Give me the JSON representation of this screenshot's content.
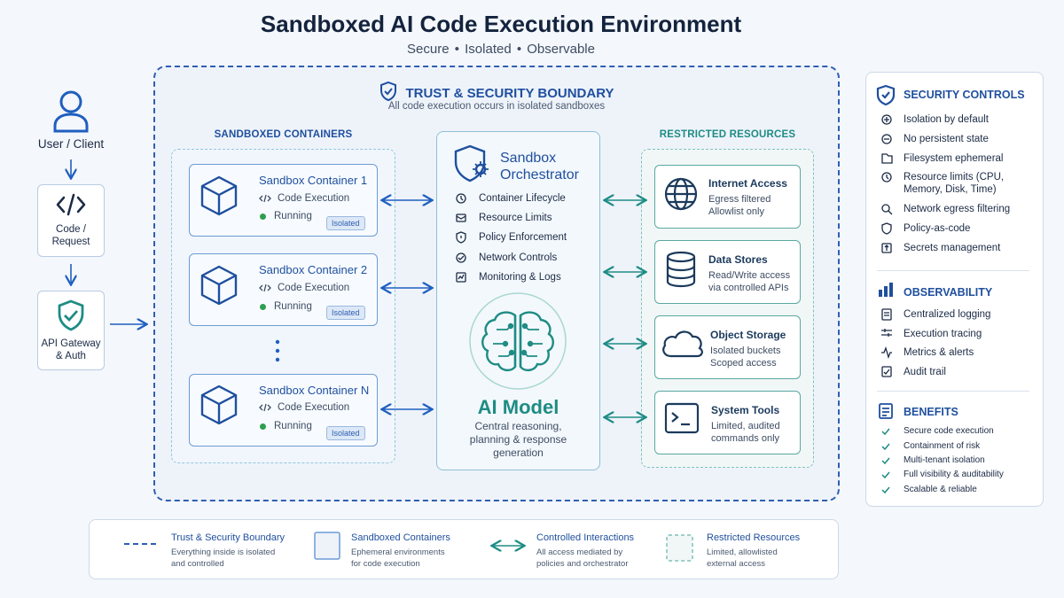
{
  "header": {
    "title": "Sandboxed AI Code Execution Environment",
    "subtitle": "Secure  •  Isolated •  Observable"
  },
  "left_flow": {
    "client_label": "User / Client",
    "code_label": "Code / Request",
    "gateway_label": "API Gateway & Auth"
  },
  "boundary": {
    "title": "TRUST & SECURITY BOUNDARY",
    "subtitle": "All code execution occurs in isolated sandboxes"
  },
  "containers": {
    "label": "SANDBOXED CONTAINERS",
    "items": [
      {
        "title": "Sandbox Container 1",
        "code": "Code Execution",
        "status": "Running",
        "badge": "Isolated"
      },
      {
        "title": "Sandbox Container 2",
        "code": "Code Execution",
        "status": "Running",
        "badge": "Isolated"
      },
      {
        "title": "Sandbox Container N",
        "code": "Code Execution",
        "status": "Running",
        "badge": "Isolated"
      }
    ]
  },
  "orchestrator": {
    "title_line1": "Sandbox",
    "title_line2": "Orchestrator",
    "items": [
      "Container Lifecycle",
      "Resource Limits",
      "Policy Enforcement",
      "Network Controls",
      "Monitoring & Logs"
    ],
    "model_title": "AI Model",
    "model_desc": "Central reasoning, planning & response generation"
  },
  "resources": {
    "label": "RESTRICTED RESOURCES",
    "items": [
      {
        "title": "Internet Access",
        "line1": "Egress filtered",
        "line2": "Allowlist only"
      },
      {
        "title": "Data Stores",
        "line1": "Read/Write access",
        "line2": "via controlled APIs"
      },
      {
        "title": "Object Storage",
        "line1": "Isolated buckets",
        "line2": "Scoped access"
      },
      {
        "title": "System Tools",
        "line1": "Limited, audited",
        "line2": "commands only"
      }
    ]
  },
  "sidebar": {
    "security_title": "SECURITY CONTROLS",
    "security_items": [
      "Isolation by default",
      "No persistent state",
      "Filesystem ephemeral",
      "Resource limits (CPU, Memory, Disk, Time)",
      "Network egress filtering",
      "Policy-as-code",
      "Secrets management"
    ],
    "observability_title": "OBSERVABILITY",
    "observability_items": [
      "Centralized logging",
      "Execution tracing",
      "Metrics & alerts",
      "Audit trail"
    ],
    "benefits_title": "BENEFITS",
    "benefits_items": [
      "Secure code execution",
      "Containment of risk",
      "Multi-tenant isolation",
      "Full visibility & auditability",
      "Scalable & reliable"
    ]
  },
  "legend": {
    "items": [
      {
        "title": "Trust & Security Boundary",
        "line1": "Everything inside is isolated",
        "line2": "and controlled"
      },
      {
        "title": "Sandboxed Containers",
        "line1": "Ephemeral environments",
        "line2": "for code execution"
      },
      {
        "title": "Controlled Interactions",
        "line1": "All access mediated by",
        "line2": "policies and orchestrator"
      },
      {
        "title": "Restricted Resources",
        "line1": "Limited, allowlisted",
        "line2": "external access"
      }
    ]
  },
  "colors": {
    "primary_blue": "#1f4f9e",
    "teal": "#1e8c84",
    "running_green": "#2e9e4f"
  },
  "icons": {
    "client": "user-icon",
    "code": "code-brackets-icon",
    "gateway": "shield-check-icon",
    "boundary": "shield-check-icon",
    "container": "cube-icon",
    "orchestrator": "shield-gear-icon",
    "model": "brain-icon",
    "internet": "globe-icon",
    "data": "database-icon",
    "storage": "cloud-icon",
    "tools": "terminal-icon"
  }
}
